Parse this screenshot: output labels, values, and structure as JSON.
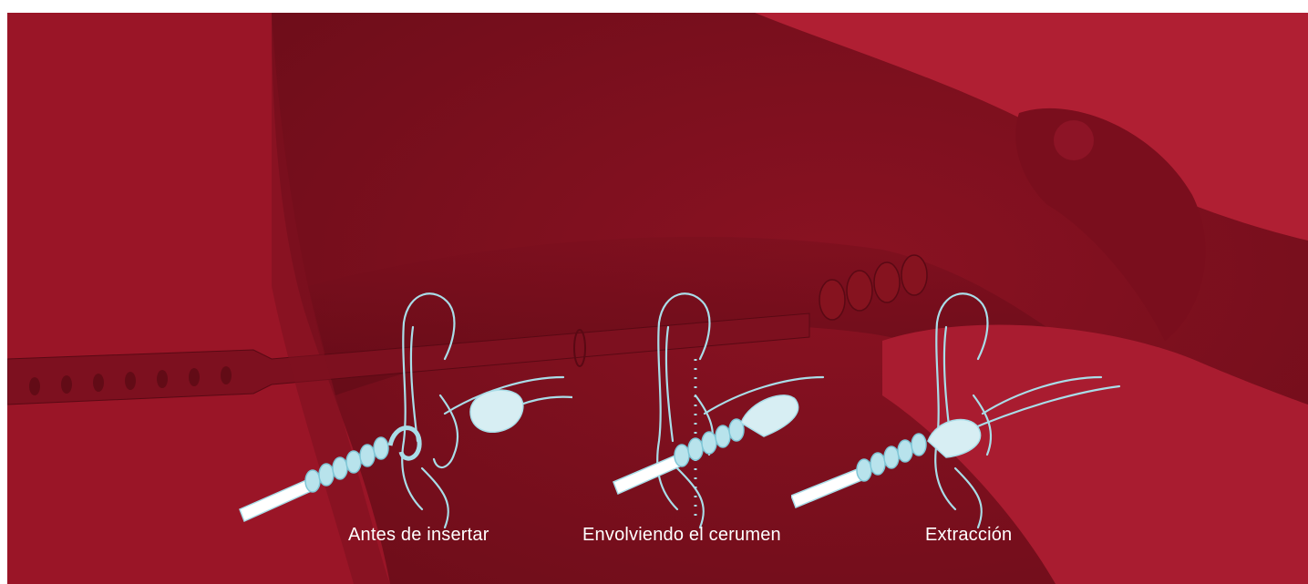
{
  "illustration": {
    "background_color": "#9a1527",
    "line_color": "#a9dde8",
    "fill_color": "#d7eef3",
    "steps": [
      {
        "caption": "Antes de insertar",
        "icon": "ear-swab-spiral-icon"
      },
      {
        "caption": "Envolviendo el cerumen",
        "icon": "ear-swab-inserted-icon"
      },
      {
        "caption": "Extracción",
        "icon": "ear-swab-extracted-icon"
      }
    ]
  }
}
